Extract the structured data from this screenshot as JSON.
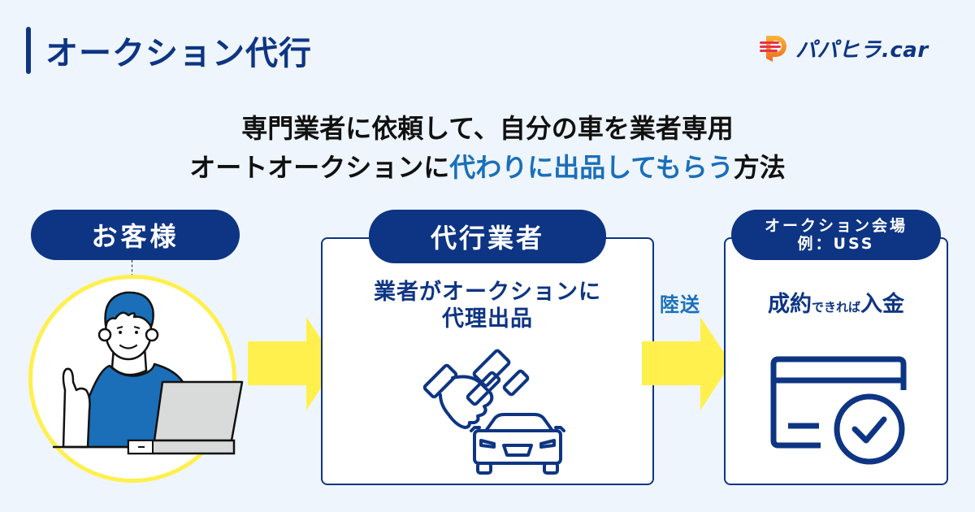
{
  "header": {
    "title": "オークション代行",
    "logo_text": "パパヒラ.car",
    "logo_icon": "p-car-logo-icon"
  },
  "lead": {
    "line1": "専門業者に依頼して、自分の車を業者専用",
    "line2_prefix": "オートオークションに",
    "line2_highlight": "代わりに出品してもらう",
    "line2_suffix": "方法"
  },
  "steps": [
    {
      "label": "お客様",
      "icon": "person-with-laptop-illustration"
    },
    {
      "label": "代行業者",
      "description_line1": "業者がオークションに",
      "description_line2": "代理出品",
      "icon": "gavel-hand-car-icon"
    },
    {
      "label_line1": "オークション会場",
      "label_line2": "例：USS",
      "description_big1": "成約",
      "description_small": "できれば",
      "description_big2": "入金",
      "icon": "card-check-icon"
    }
  ],
  "connectors": [
    {
      "label": "",
      "icon": "arrow-right-icon"
    },
    {
      "label": "陸送",
      "icon": "arrow-right-icon"
    }
  ],
  "colors": {
    "background": "#eef5fd",
    "navy": "#0e3583",
    "accent_blue": "#1a6fb8",
    "arrow_yellow": "#fff04d",
    "shirt_blue": "#1a6fb8"
  }
}
